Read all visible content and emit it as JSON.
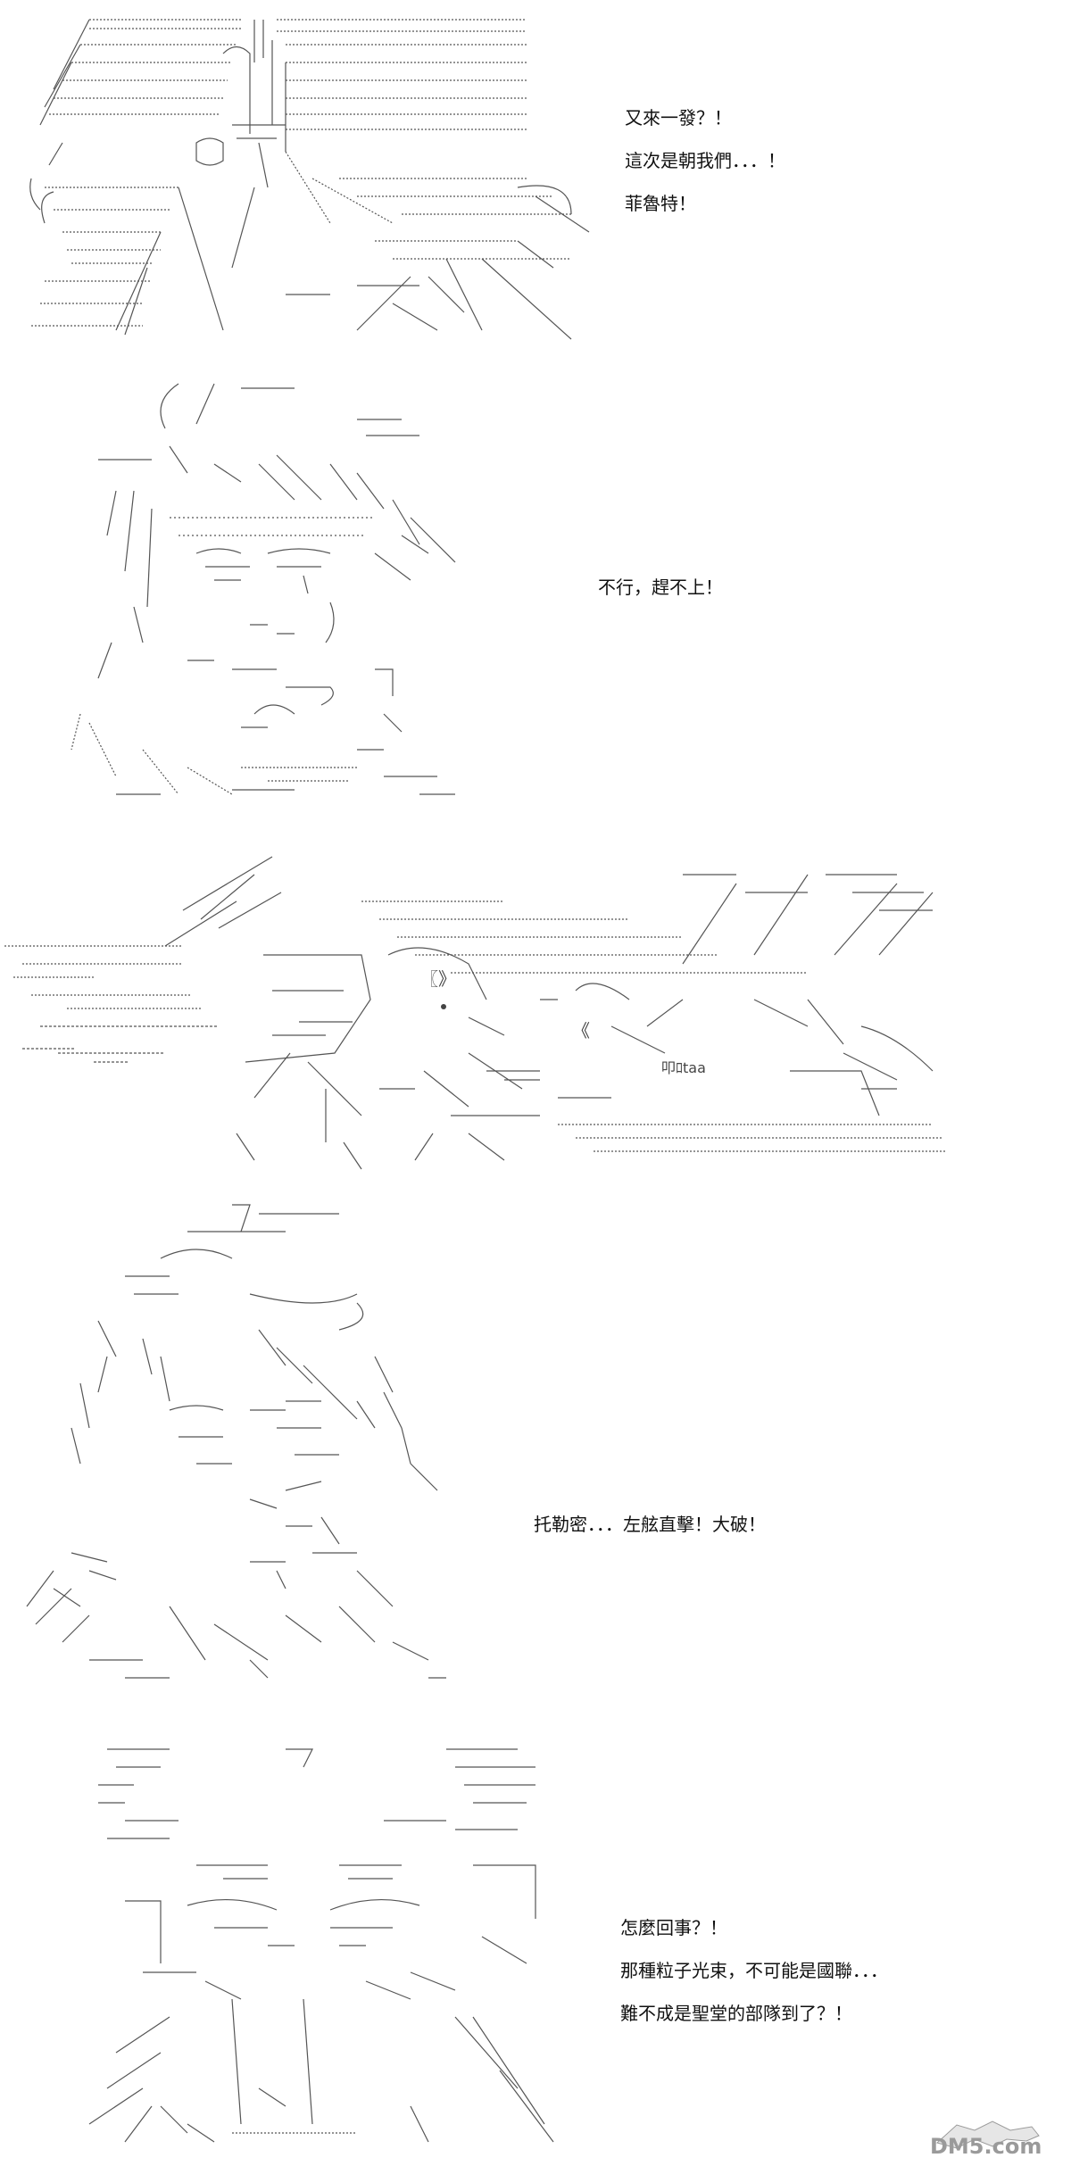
{
  "panels": [
    {
      "lines": [
        "又來一發？！",
        "這次是朝我們．．．！",
        "菲魯特！"
      ]
    },
    {
      "lines": [
        "不行，趕不上！"
      ]
    },
    {
      "lines": []
    },
    {
      "lines": [
        "托勒密．．．左舷直擊！大破！"
      ]
    },
    {
      "lines": [
        "怎麼回事？！",
        "那種粒子光束，不可能是國聯．．．",
        "難不成是聖堂的部隊到了？！"
      ]
    }
  ],
  "art_glyphs": {
    "impact_a": "〖》",
    "impact_b": "《",
    "sfx": "叩ﾛtaa"
  },
  "watermark": {
    "text": "DM5.com"
  },
  "colors": {
    "ink": "#555555",
    "text": "#111111",
    "watermark": "#9a9a9a"
  }
}
